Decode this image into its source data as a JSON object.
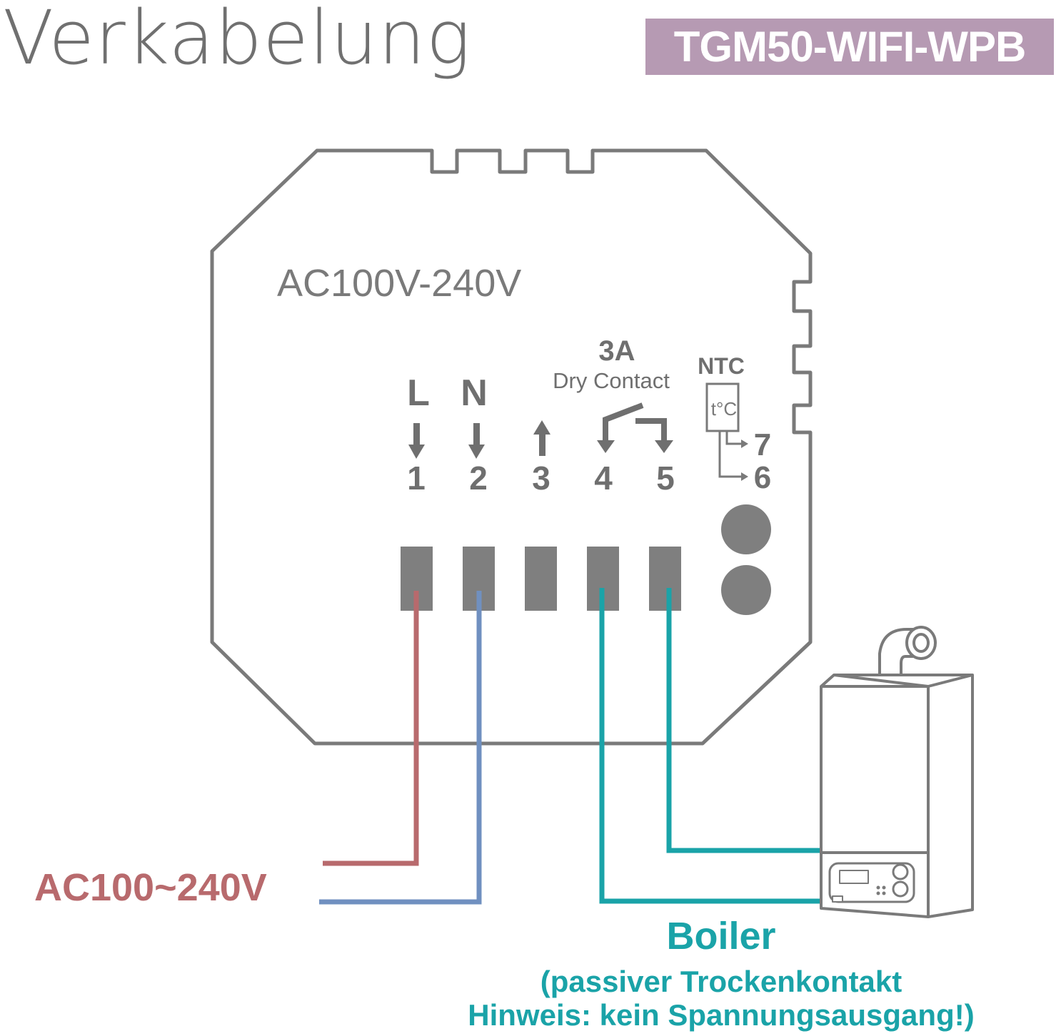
{
  "title": "Verkabelung",
  "model": "TGM50-WIFI-WPB",
  "device": {
    "voltage_label": "AC100V-240V",
    "relay_current": "3A",
    "relay_type": "Dry Contact",
    "sensor_label": "NTC",
    "sensor_symbol": "t°C",
    "terminals": {
      "L": "L",
      "N": "N",
      "t1": "1",
      "t2": "2",
      "t3": "3",
      "t4": "4",
      "t5": "5",
      "t6": "6",
      "t7": "7"
    }
  },
  "supply_label": "AC100~240V",
  "boiler": {
    "title": "Boiler",
    "line1": "(passiver Trockenkontakt",
    "line2": "Hinweis: kein Spannungsausgang!)"
  },
  "colors": {
    "outline": "#7a7a7a",
    "terminal": "#7f7f7f",
    "live": "#b86a6d",
    "neutral": "#7090c0",
    "boiler_wire": "#1aa3a8",
    "badge": "#b69ab3"
  }
}
